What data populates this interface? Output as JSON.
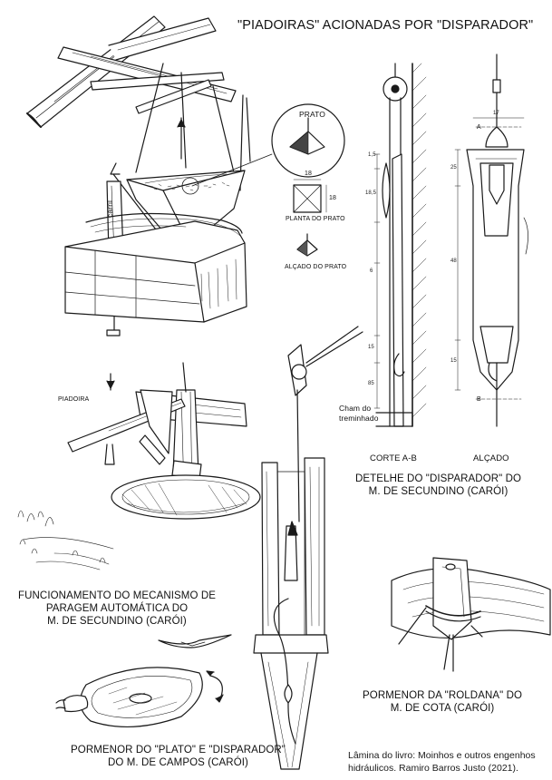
{
  "title": "\"PIADOIRAS\" ACIONADAS POR \"DISPARADOR\"",
  "labels": {
    "prato_callout": "PRATO",
    "carril": "carril",
    "piadoira": "PIADOIRA",
    "planta_do_prato": "PLANTA DO PRATO",
    "alcado_do_prato": "ALÇADO DO PRATO",
    "dim_18_top": "18",
    "dim_18_side": "18",
    "cham_do_treminhado": "Cham do\ntreminhado",
    "corte_ab": "CORTE  A-B",
    "alcado": "ALÇADO",
    "marker_a": "A",
    "marker_b": "B",
    "dims": {
      "d1": "1,5",
      "d2": "18,5",
      "d3": "6",
      "d4": "17",
      "d5": "48",
      "d6": "15",
      "d7": "15",
      "d8": "85",
      "d9": "25"
    }
  },
  "captions": {
    "disparador_detail": "DETELHE DO \"DISPARADOR\" DO\nM. DE SECUNDINO (CARÓI)",
    "funcionamento": "FUNCIONAMENTO DO MECANISMO DE\nPARAGEM AUTOMÁTICA DO\nM. DE SECUNDINO (CARÓI)",
    "roldana": "PORMENOR DA \"ROLDANA\" DO\nM. DE COTA (CARÓI)",
    "plato_disparador": "PORMENOR DO \"PLATO\" E \"DISPARADOR\"\nDO M. DE CAMPOS (CARÓI)"
  },
  "credit": "Lâmina do livro: Moinhos e outros engenhos\nhidráulicos. Ramiro Barros Justo (2021).",
  "colors": {
    "ink": "#1a1a1a",
    "paper": "#ffffff",
    "shade": "#3a3a3a"
  }
}
